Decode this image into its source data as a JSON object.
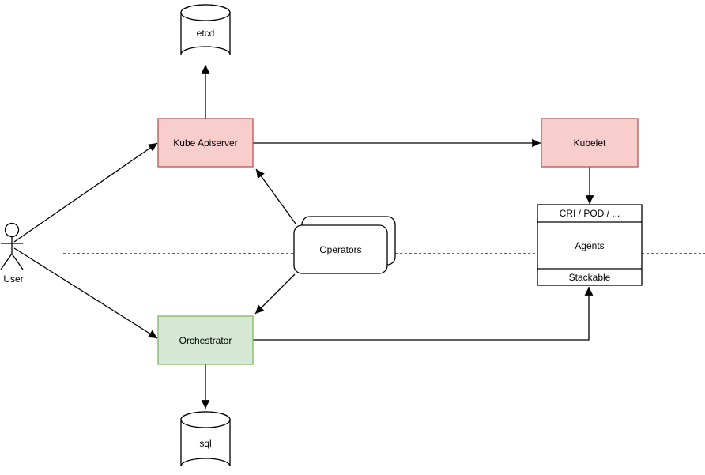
{
  "diagram": {
    "type": "architecture-flowchart",
    "background": "#ffffff",
    "colors": {
      "red_fill": "#f8cecc",
      "red_stroke": "#b85450",
      "green_fill": "#d5e8d4",
      "green_stroke": "#82b366",
      "neutral_fill": "#ffffff",
      "line": "#000000"
    },
    "nodes": {
      "etcd": {
        "label": "etcd",
        "shape": "cylinder"
      },
      "kube_apiserver": {
        "label": "Kube Apiserver",
        "shape": "rectangle"
      },
      "kubelet": {
        "label": "Kubelet",
        "shape": "rectangle"
      },
      "agents": {
        "header": "CRI / POD / ...",
        "label": "Agents",
        "footer": "Stackable",
        "shape": "sectioned-rectangle"
      },
      "operators": {
        "label": "Operators",
        "shape": "stacked-rounded-rectangle"
      },
      "orchestrator": {
        "label": "Orchestrator",
        "shape": "rectangle"
      },
      "sql": {
        "label": "sql",
        "shape": "cylinder"
      },
      "user": {
        "label": "User",
        "shape": "actor"
      }
    },
    "edges": [
      {
        "from": "kube_apiserver",
        "to": "etcd",
        "arrow": "end"
      },
      {
        "from": "user",
        "to": "kube_apiserver",
        "arrow": "end"
      },
      {
        "from": "user",
        "to": "orchestrator",
        "arrow": "end"
      },
      {
        "from": "kube_apiserver",
        "to": "kubelet",
        "arrow": "end"
      },
      {
        "from": "kubelet",
        "to": "agents",
        "arrow": "end"
      },
      {
        "from": "operators",
        "to": "kube_apiserver",
        "arrow": "end"
      },
      {
        "from": "operators",
        "to": "orchestrator",
        "arrow": "end"
      },
      {
        "from": "orchestrator",
        "to": "agents",
        "arrow": "end"
      },
      {
        "from": "orchestrator",
        "to": "sql",
        "arrow": "end"
      }
    ],
    "separator": {
      "style": "dashed-horizontal-line"
    }
  }
}
